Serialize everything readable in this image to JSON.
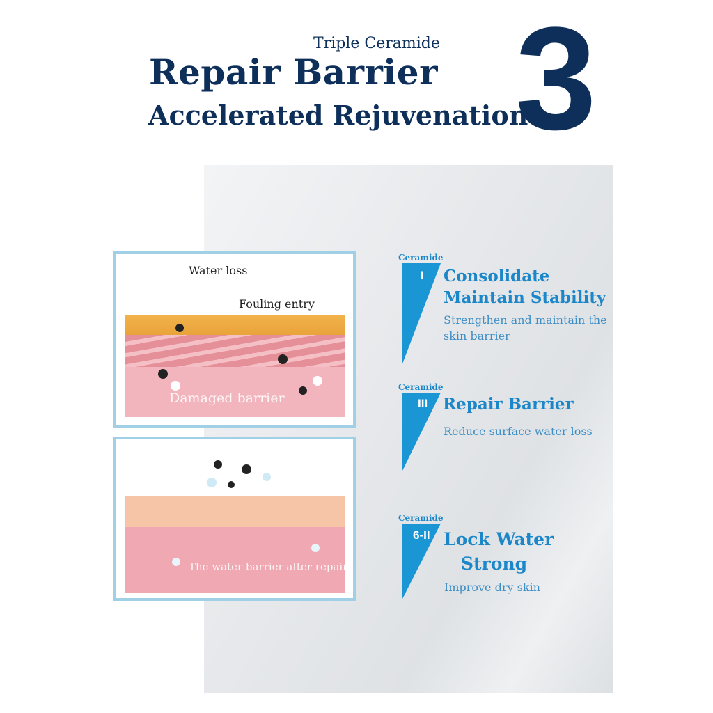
{
  "header": {
    "subtitle": "Triple Ceramide",
    "title": "Repair Barrier",
    "tagline": "Accelerated Rejuvenation",
    "number": "3"
  },
  "illustrations": {
    "damaged": {
      "water_loss": "Water loss",
      "fouling_entry": "Fouling entry",
      "caption": "Damaged barrier"
    },
    "repaired": {
      "caption": "The water barrier after repair"
    }
  },
  "ceramides": [
    {
      "label": "Ceramide",
      "numeral": "I",
      "title_lines": [
        "Consolidate",
        "Maintain Stability"
      ],
      "desc_lines": [
        "Strengthen and maintain the",
        "skin barrier"
      ]
    },
    {
      "label": "Ceramide",
      "numeral": "III",
      "title_lines": [
        "Repair Barrier"
      ],
      "desc_lines": [
        "Reduce surface water loss"
      ]
    },
    {
      "label": "Ceramide",
      "numeral": "6-II",
      "title_lines": [
        "Lock Water",
        "Strong"
      ],
      "desc_lines": [
        "Improve dry skin"
      ]
    }
  ],
  "colors": {
    "navy": "#0d2f5a",
    "accent": "#1a96d4",
    "frame": "#9fd0e6"
  }
}
